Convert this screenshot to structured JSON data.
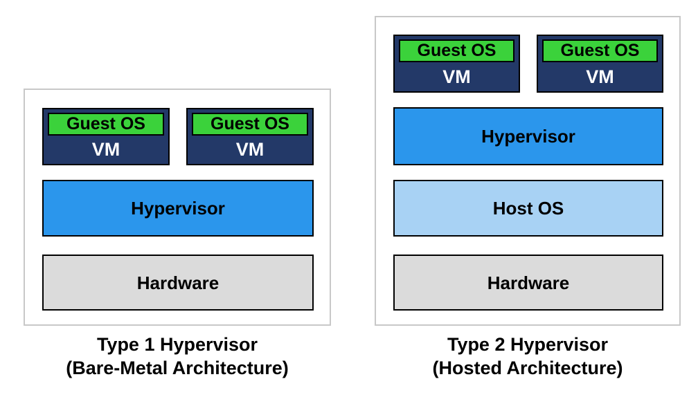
{
  "colors": {
    "vm_navy": "#233968",
    "guest_green": "#3bd23b",
    "hypervisor_blue": "#2b96ec",
    "host_blue": "#a8d2f4",
    "hardware_gray": "#dbdbdb",
    "outer_border": "#c8c8c8",
    "box_border": "#000000"
  },
  "panels": [
    {
      "name": "type1",
      "caption_line1": "Type 1 Hypervisor",
      "caption_line2": "(Bare-Metal Architecture)",
      "vms": [
        {
          "guest_os": "Guest OS",
          "vm": "VM"
        },
        {
          "guest_os": "Guest OS",
          "vm": "VM"
        }
      ],
      "layers": [
        {
          "label": "Hypervisor"
        },
        {
          "label": "Hardware"
        }
      ]
    },
    {
      "name": "type2",
      "caption_line1": "Type 2 Hypervisor",
      "caption_line2": "(Hosted Architecture)",
      "vms": [
        {
          "guest_os": "Guest OS",
          "vm": "VM"
        },
        {
          "guest_os": "Guest OS",
          "vm": "VM"
        }
      ],
      "layers": [
        {
          "label": "Hypervisor"
        },
        {
          "label": "Host OS"
        },
        {
          "label": "Hardware"
        }
      ]
    }
  ]
}
